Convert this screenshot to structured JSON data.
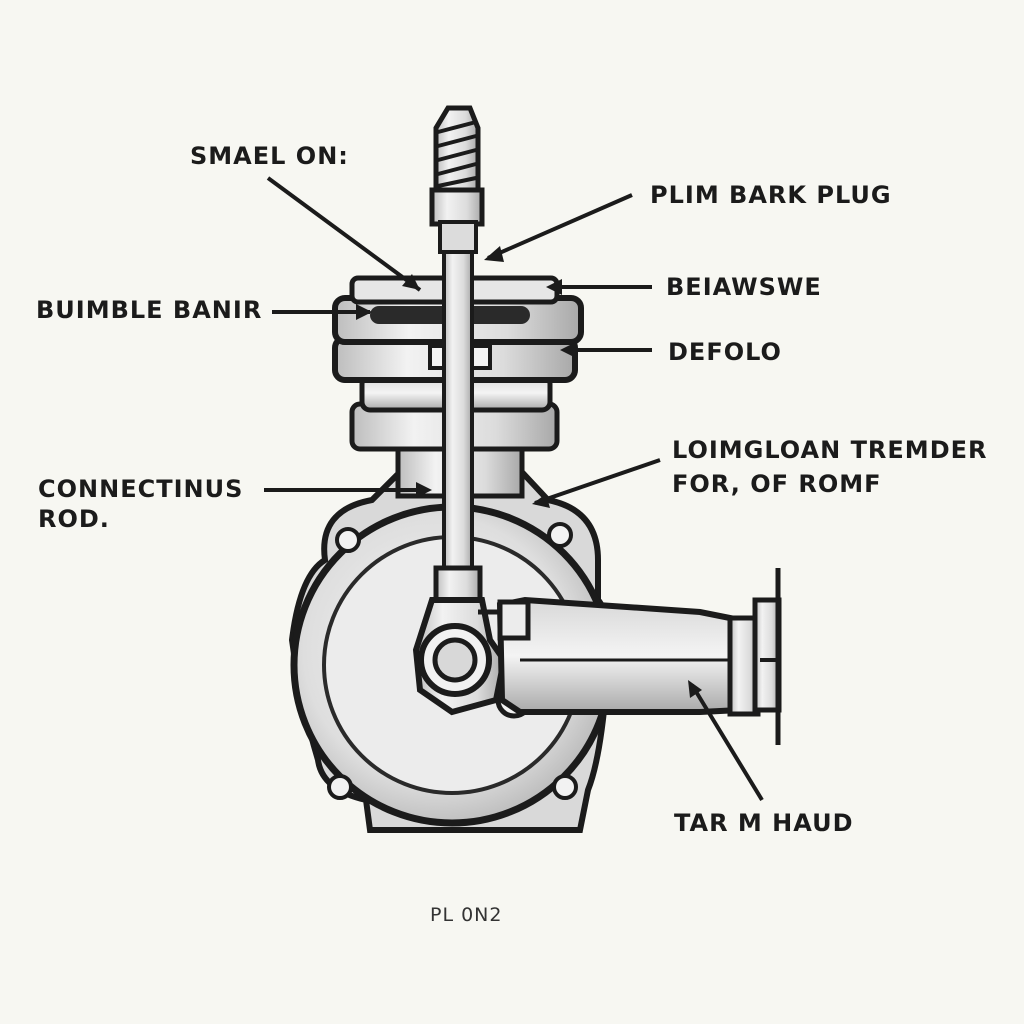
{
  "labels": {
    "small_on": "SMAEL ON:",
    "spark_plug": "PLIM BARK PLUG",
    "bumble_banir": "BUIMBLE BANIR",
    "beiawswe": "BEIAWSWE",
    "defolo": "DEFOLO",
    "connecting_rod": [
      "CONNECTINUS",
      "ROD."
    ],
    "trender": [
      "LOIMGLOAN TREMDER",
      "FOR, OF ROMF"
    ],
    "tar_m_haud": "TAR M HAUD",
    "footer": "PL 0N2"
  },
  "colors": {
    "background": "#f7f7f2",
    "line": "#1b1b1b",
    "metal_fill": "#e9e9e9",
    "metal_dark": "#9a9a9a"
  }
}
